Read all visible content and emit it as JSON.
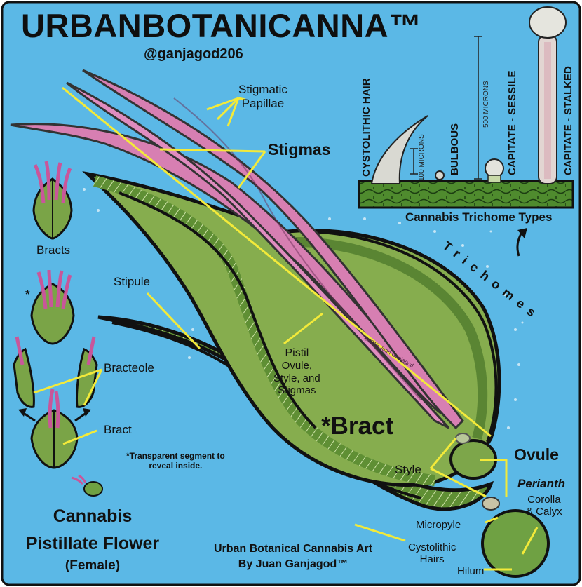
{
  "header": {
    "title": "URBANBOTANICANNA™",
    "handle": "@ganjagod206"
  },
  "labels": {
    "stigmatic_papillae_1": "Stigmatic",
    "stigmatic_papillae_2": "Papillae",
    "stigmas": "Stigmas",
    "bracts": "Bracts",
    "asterisk": "*",
    "stipule": "Stipule",
    "bracteole": "Bracteole",
    "bract_small": "Bract",
    "pistil": "Pistil",
    "pistil_sub_1": "Ovule,",
    "pistil_sub_2": "Style, and",
    "pistil_sub_3": "Stigmas",
    "bract_main": "*Bract",
    "transparent_note_1": "*Transparent segment to",
    "transparent_note_2": "reveal inside.",
    "style": "Style",
    "ovule": "Ovule",
    "perianth": "Perianth",
    "corolla_1": "Corolla",
    "corolla_2": "& Calyx",
    "micropyle": "Micropyle",
    "cystolithic_1": "Cystolithic",
    "cystolithic_2": "Hairs",
    "hilum": "Hilum",
    "trichomes": "Trichomes",
    "copyright": "©2018 Juan Ganjagod"
  },
  "trichome_panel": {
    "types": [
      "CYSTOLITHIC HAIR",
      "BULBOUS",
      "CAPITATE - SESSILE",
      "CAPITATE - STALKED"
    ],
    "measure_100": "100 MICRONS",
    "measure_500": "500 MICRONS",
    "caption": "Cannabis Trichome Types"
  },
  "footer": {
    "flower_title_1": "Cannabis",
    "flower_title_2": "Pistillate Flower",
    "flower_title_3": "(Female)",
    "credit_1": "Urban Botanical Cannabis Art",
    "credit_2": "By Juan Ganjagod™"
  },
  "colors": {
    "background": "#5bb8e6",
    "bract_green": "#86ad4e",
    "dark_green": "#4c7a2e",
    "stigma_pink": "#d77fb2",
    "leader_yellow": "#f3ea3a",
    "outline": "#111111"
  }
}
